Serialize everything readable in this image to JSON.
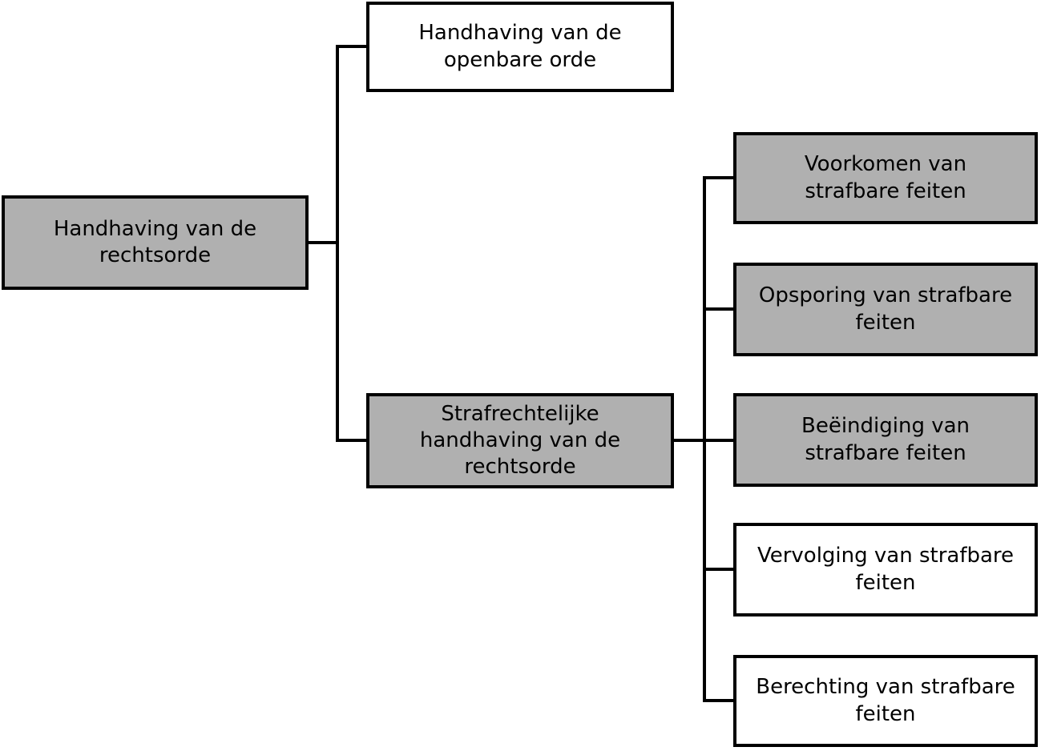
{
  "diagram": {
    "colors": {
      "background": "#ffffff",
      "border": "#000000",
      "line": "#000000",
      "gray_fill": "#b0b0b0",
      "white_fill": "#ffffff",
      "text": "#000000"
    },
    "nodes": {
      "root": {
        "label": "Handhaving van de rechtsorde",
        "lines": [
          "Handhaving van de",
          "rechtsorde"
        ],
        "fill": "#b0b0b0"
      },
      "openbare_orde": {
        "label": "Handhaving van de openbare orde",
        "lines": [
          "Handhaving van de",
          "openbare orde"
        ],
        "fill": "#ffffff"
      },
      "strafrechtelijke": {
        "label": "Strafrechtelijke handhaving van de rechtsorde",
        "lines": [
          "Strafrechtelijke",
          "handhaving van de",
          "rechtsorde"
        ],
        "fill": "#b0b0b0"
      },
      "voorkomen": {
        "label": "Voorkomen van strafbare feiten",
        "lines": [
          "Voorkomen van",
          "strafbare feiten"
        ],
        "fill": "#b0b0b0"
      },
      "opsporing": {
        "label": "Opsporing van strafbare feiten",
        "lines": [
          "Opsporing van strafbare",
          "feiten"
        ],
        "fill": "#b0b0b0"
      },
      "beeindiging": {
        "label": "Beëindiging van strafbare feiten",
        "lines": [
          "Beëindiging van",
          "strafbare feiten"
        ],
        "fill": "#b0b0b0"
      },
      "vervolging": {
        "label": "Vervolging van strafbare feiten",
        "lines": [
          "Vervolging van strafbare",
          "feiten"
        ],
        "fill": "#ffffff"
      },
      "berechting": {
        "label": "Berechting van strafbare feiten",
        "lines": [
          "Berechting van strafbare",
          "feiten"
        ],
        "fill": "#ffffff"
      }
    }
  }
}
